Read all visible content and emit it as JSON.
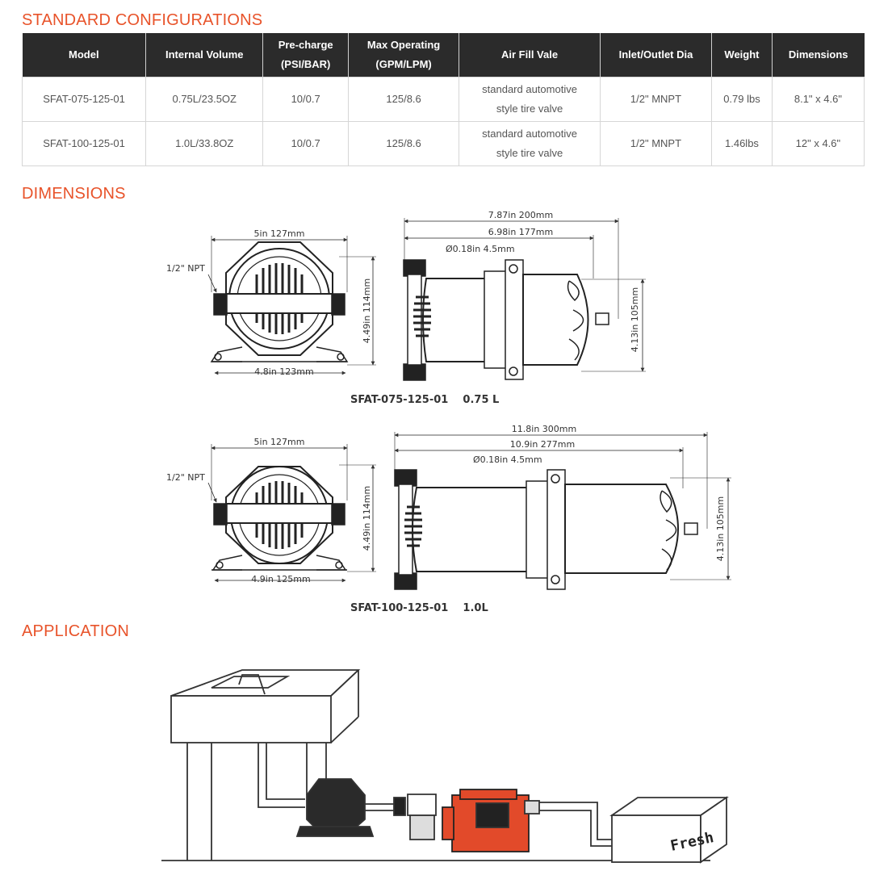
{
  "sections": {
    "config_title": "STANDARD CONFIGURATIONS",
    "dimensions_title": "DIMENSIONS",
    "application_title": "APPLICATION"
  },
  "table": {
    "headers": [
      [
        "Model"
      ],
      [
        "Internal Volume"
      ],
      [
        "Pre-charge",
        "(PSI/BAR)"
      ],
      [
        "Max Operating",
        "(GPM/LPM)"
      ],
      [
        "Air Fill Vale"
      ],
      [
        "Inlet/Outlet Dia"
      ],
      [
        "Weight"
      ],
      [
        "Dimensions"
      ]
    ],
    "rows": [
      [
        [
          "SFAT-075-125-01"
        ],
        [
          "0.75L/23.5OZ"
        ],
        [
          "10/0.7"
        ],
        [
          "125/8.6"
        ],
        [
          "standard automotive",
          "style tire valve"
        ],
        [
          "1/2\" MNPT"
        ],
        [
          "0.79 lbs"
        ],
        [
          "8.1\" x 4.6\""
        ]
      ],
      [
        [
          "SFAT-100-125-01"
        ],
        [
          "1.0L/33.8OZ"
        ],
        [
          "10/0.7"
        ],
        [
          "125/8.6"
        ],
        [
          "standard automotive",
          "style tire valve"
        ],
        [
          "1/2\" MNPT"
        ],
        [
          "1.46lbs"
        ],
        [
          "12\" x 4.6\""
        ]
      ]
    ]
  },
  "drawings": {
    "d1": {
      "width_top": "5in 127mm",
      "npt": "1/2\" NPT",
      "height_side": "4.49in 114mm",
      "width_bottom": "4.8in 123mm",
      "len_overall": "7.87in 200mm",
      "len_body": "6.98in 177mm",
      "hole": "Ø0.18in 4.5mm",
      "height_right": "4.13in 105mm",
      "caption": "SFAT-075-125-01    0.75 L"
    },
    "d2": {
      "width_top": "5in 127mm",
      "npt": "1/2\" NPT",
      "height_side": "4.49in 114mm",
      "width_bottom": "4.9in 125mm",
      "len_overall": "11.8in 300mm",
      "len_body": "10.9in 277mm",
      "hole": "Ø0.18in 4.5mm",
      "height_right": "4.13in 105mm",
      "caption": "SFAT-100-125-01    1.0L"
    }
  },
  "application": {
    "tank_label": "Fresh"
  }
}
